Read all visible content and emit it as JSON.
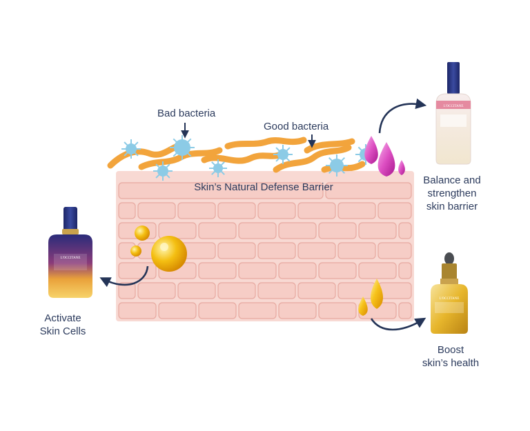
{
  "labels": {
    "bad_bacteria": "Bad bacteria",
    "good_bacteria": "Good bacteria",
    "barrier": "Skin’s Natural Defense Barrier",
    "activate": [
      "Activate",
      "Skin Cells"
    ],
    "balance": [
      "Balance and",
      "strengthen",
      "skin barrier"
    ],
    "boost": [
      "Boost",
      "skin’s health"
    ]
  },
  "products": {
    "serum_brand": "L'OCCITANE",
    "toner_brand": "L'OCCITANE",
    "oil_brand": "L'OCCITANE"
  },
  "colors": {
    "text": "#2b3a5c",
    "arrow": "#243457",
    "skin_fill": "#f8d9d3",
    "skin_line": "#e7a9a0",
    "good_bacteria": "#f2a43c",
    "bad_bacteria": "#8ccbe6",
    "gold_drop": "#f3b50d",
    "pink_drop": "#d43db4"
  }
}
